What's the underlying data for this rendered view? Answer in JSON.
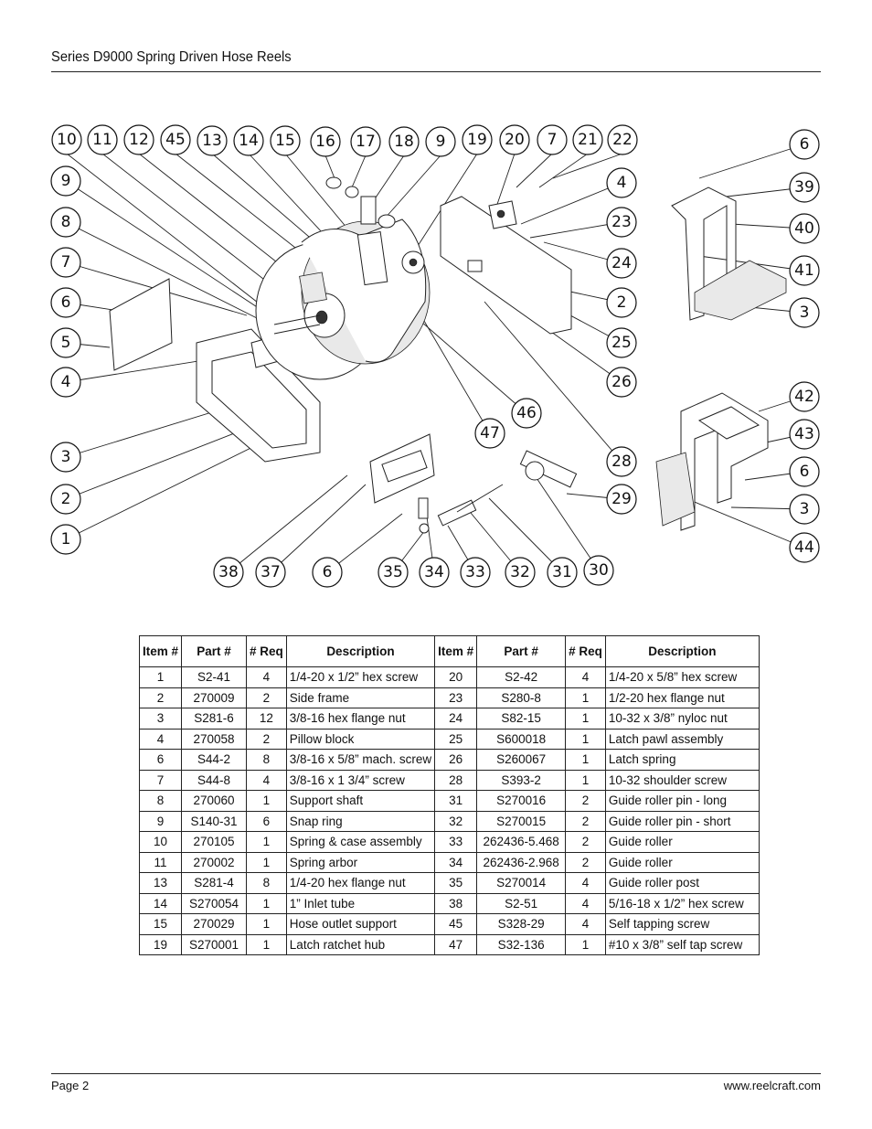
{
  "header": {
    "title": "Series D9000 Spring Driven Hose Reels"
  },
  "callouts": [
    "10",
    "11",
    "12",
    "45",
    "13",
    "14",
    "15",
    "16",
    "17",
    "18",
    "9",
    "19",
    "20",
    "7",
    "21",
    "22",
    "6",
    "9",
    "4",
    "39",
    "8",
    "23",
    "40",
    "7",
    "24",
    "41",
    "6",
    "2",
    "3",
    "5",
    "25",
    "4",
    "26",
    "42",
    "46",
    "43",
    "47",
    "3",
    "28",
    "6",
    "2",
    "29",
    "3",
    "1",
    "44",
    "38",
    "37",
    "6",
    "35",
    "34",
    "33",
    "32",
    "31",
    "30"
  ],
  "table": {
    "headers": {
      "item": "Item #",
      "part": "Part #",
      "req": "# Req",
      "desc": "Description"
    },
    "rows": [
      {
        "l_item": "1",
        "l_part": "S2-41",
        "l_req": "4",
        "l_desc": "1/4-20 x 1/2” hex screw",
        "r_item": "20",
        "r_part": "S2-42",
        "r_req": "4",
        "r_desc": "1/4-20 x 5/8” hex screw"
      },
      {
        "l_item": "2",
        "l_part": "270009",
        "l_req": "2",
        "l_desc": "Side frame",
        "r_item": "23",
        "r_part": "S280-8",
        "r_req": "1",
        "r_desc": "1/2-20 hex flange nut"
      },
      {
        "l_item": "3",
        "l_part": "S281-6",
        "l_req": "12",
        "l_desc": "3/8-16 hex flange nut",
        "r_item": "24",
        "r_part": "S82-15",
        "r_req": "1",
        "r_desc": "10-32 x 3/8” nyloc nut"
      },
      {
        "l_item": "4",
        "l_part": "270058",
        "l_req": "2",
        "l_desc": "Pillow block",
        "r_item": "25",
        "r_part": "S600018",
        "r_req": "1",
        "r_desc": "Latch pawl assembly"
      },
      {
        "l_item": "6",
        "l_part": "S44-2",
        "l_req": "8",
        "l_desc": "3/8-16 x 5/8” mach. screw",
        "r_item": "26",
        "r_part": "S260067",
        "r_req": "1",
        "r_desc": "Latch spring"
      },
      {
        "l_item": "7",
        "l_part": "S44-8",
        "l_req": "4",
        "l_desc": "3/8-16 x 1 3/4” screw",
        "r_item": "28",
        "r_part": "S393-2",
        "r_req": "1",
        "r_desc": "10-32 shoulder screw"
      },
      {
        "l_item": "8",
        "l_part": "270060",
        "l_req": "1",
        "l_desc": "Support shaft",
        "r_item": "31",
        "r_part": "S270016",
        "r_req": "2",
        "r_desc": "Guide roller pin - long"
      },
      {
        "l_item": "9",
        "l_part": "S140-31",
        "l_req": "6",
        "l_desc": "Snap ring",
        "r_item": "32",
        "r_part": "S270015",
        "r_req": "2",
        "r_desc": "Guide roller pin - short"
      },
      {
        "l_item": "10",
        "l_part": "270105",
        "l_req": "1",
        "l_desc": "Spring & case assembly",
        "r_item": "33",
        "r_part": "262436-5.468",
        "r_req": "2",
        "r_desc": "Guide roller"
      },
      {
        "l_item": "11",
        "l_part": "270002",
        "l_req": "1",
        "l_desc": "Spring arbor",
        "r_item": "34",
        "r_part": "262436-2.968",
        "r_req": "2",
        "r_desc": "Guide roller"
      },
      {
        "l_item": "13",
        "l_part": "S281-4",
        "l_req": "8",
        "l_desc": "1/4-20 hex flange nut",
        "r_item": "35",
        "r_part": "S270014",
        "r_req": "4",
        "r_desc": "Guide roller post"
      },
      {
        "l_item": "14",
        "l_part": "S270054",
        "l_req": "1",
        "l_desc": "1” Inlet tube",
        "r_item": "38",
        "r_part": "S2-51",
        "r_req": "4",
        "r_desc": "5/16-18 x 1/2” hex screw"
      },
      {
        "l_item": "15",
        "l_part": "270029",
        "l_req": "1",
        "l_desc": "Hose outlet support",
        "r_item": "45",
        "r_part": "S328-29",
        "r_req": "4",
        "r_desc": "Self tapping screw"
      },
      {
        "l_item": "19",
        "l_part": "S270001",
        "l_req": "1",
        "l_desc": "Latch ratchet hub",
        "r_item": "47",
        "r_part": "S32-136",
        "r_req": "1",
        "r_desc": "#10 x 3/8” self tap screw"
      }
    ]
  },
  "footer": {
    "page": "Page 2",
    "url": "www.reelcraft.com"
  }
}
